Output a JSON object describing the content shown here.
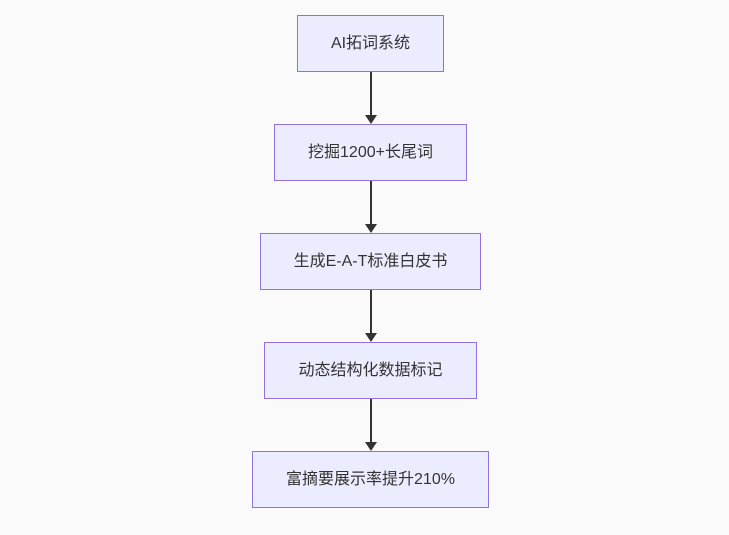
{
  "flowchart": {
    "type": "flowchart-top-down",
    "colors": {
      "background": "#fafafa",
      "node_fill": "#ECECFF",
      "node_border": "#9370DB",
      "arrow": "#333333",
      "text": "#333333"
    },
    "nodes": [
      {
        "id": "A",
        "label": "AI拓词系统"
      },
      {
        "id": "B",
        "label": "挖掘1200+长尾词"
      },
      {
        "id": "C",
        "label": "生成E-A-T标准白皮书"
      },
      {
        "id": "D",
        "label": "动态结构化数据标记"
      },
      {
        "id": "E",
        "label": "富摘要展示率提升210%"
      }
    ],
    "edges": [
      {
        "from": "A",
        "to": "B"
      },
      {
        "from": "B",
        "to": "C"
      },
      {
        "from": "C",
        "to": "D"
      },
      {
        "from": "D",
        "to": "E"
      }
    ]
  }
}
